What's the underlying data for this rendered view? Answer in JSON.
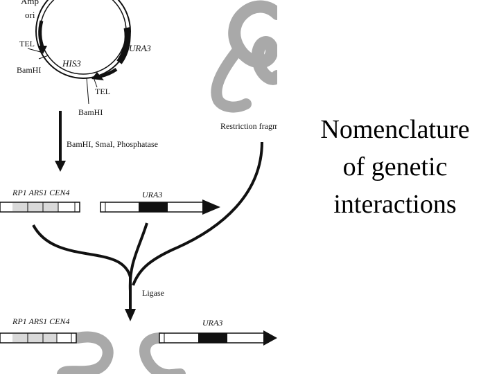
{
  "slide": {
    "title_lines": [
      "Nomenclature",
      "of genetic",
      "interactions"
    ]
  },
  "diagram": {
    "plasmid": {
      "label_amp": "Amp",
      "label_ori": "ori",
      "label_tel_left": "TEL",
      "label_bamhi_left": "BamHI",
      "label_his3": "HIS3",
      "label_ura3": "URA3",
      "label_tel_bottom": "TEL",
      "label_bamhi_bottom": "BamHI"
    },
    "step_digest": "BamHI, SmaI, Phosphatase",
    "restriction_label": "Restriction fragm",
    "fragment_left_label": "RP1 ARS1 CEN4",
    "fragment_right_label": "URA3",
    "ligase_label": "Ligase",
    "product_left_label": "RP1 ARS1 CEN4",
    "product_right_label": "URA3"
  }
}
